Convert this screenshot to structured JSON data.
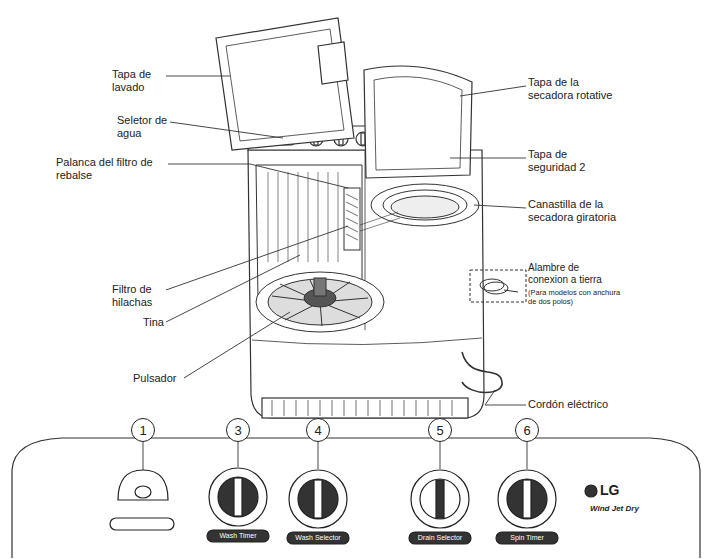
{
  "diagram": {
    "nodes": [
      {
        "text": [
          "1"
        ]
      },
      {
        "text": [
          "3"
        ]
      },
      {
        "text": [
          "4"
        ]
      },
      {
        "text": [
          "5"
        ]
      },
      {
        "text": [
          "6"
        ]
      }
    ],
    "labels": [
      "Tapa de lavado",
      "Seletor de agua",
      "Palanca del filtro de rebalse",
      "Filtro de hilachas",
      "Tina",
      "Pulsador",
      "Tapa de la secadora rotative",
      "Tapa de seguridad 2",
      "Canastilla de la secadora giratoria",
      "Alambre de conexion a tierra",
      "(Para modelos con anchura de dos polos)",
      "Cordón eléctrico",
      "Wash Timer",
      "Wash Selector",
      "Drain Selector",
      "Spin Timer",
      "LG",
      "Wind Jet Dry"
    ]
  }
}
